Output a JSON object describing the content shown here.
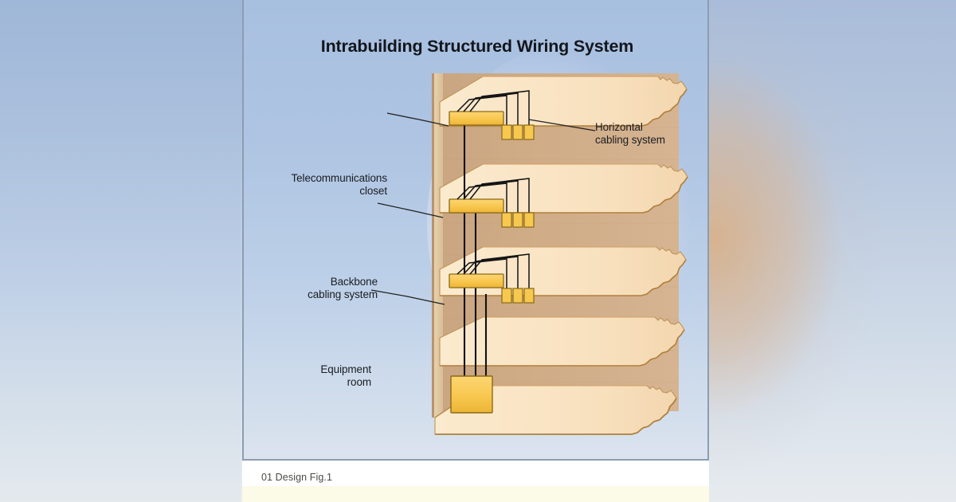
{
  "figure": {
    "title": "Intrabuilding Structured Wiring System",
    "caption": "01 Design Fig.1"
  },
  "labels": {
    "horizontal_cabling": {
      "line1": "Horizontal",
      "line2": "cabling system"
    },
    "telecom_closet": {
      "line1": "Telecommunications",
      "line2": "closet"
    },
    "backbone_cabling": {
      "line1": "Backbone",
      "line2": "cabling system"
    },
    "equipment_room": {
      "line1": "Equipment",
      "line2": "room"
    }
  },
  "colors": {
    "panel_sky_top": "#a8c0e0",
    "panel_sky_bottom": "#dbe3ee",
    "wall_face": "#cba884",
    "wall_edge_light": "#e4cba6",
    "slab_top": "#f7e2c2",
    "slab_edge": "#c9a064",
    "closet_fill": "#f8c653",
    "closet_stroke": "#8a6a16",
    "outlet_fill": "#f7c84f",
    "cable_stroke": "#1a1a1a",
    "title_color": "#13161c",
    "caption_bg": "#ffffff",
    "caption_accent": "#fbfbe8",
    "panel_border": "#8c9db2"
  },
  "diagram": {
    "type": "cutaway-building-elevation",
    "floor_count": 5,
    "telecom_closet_count": 3,
    "outlets_per_floor": 3,
    "equipment_room_count": 1,
    "backbone_riser_cables": 3
  }
}
